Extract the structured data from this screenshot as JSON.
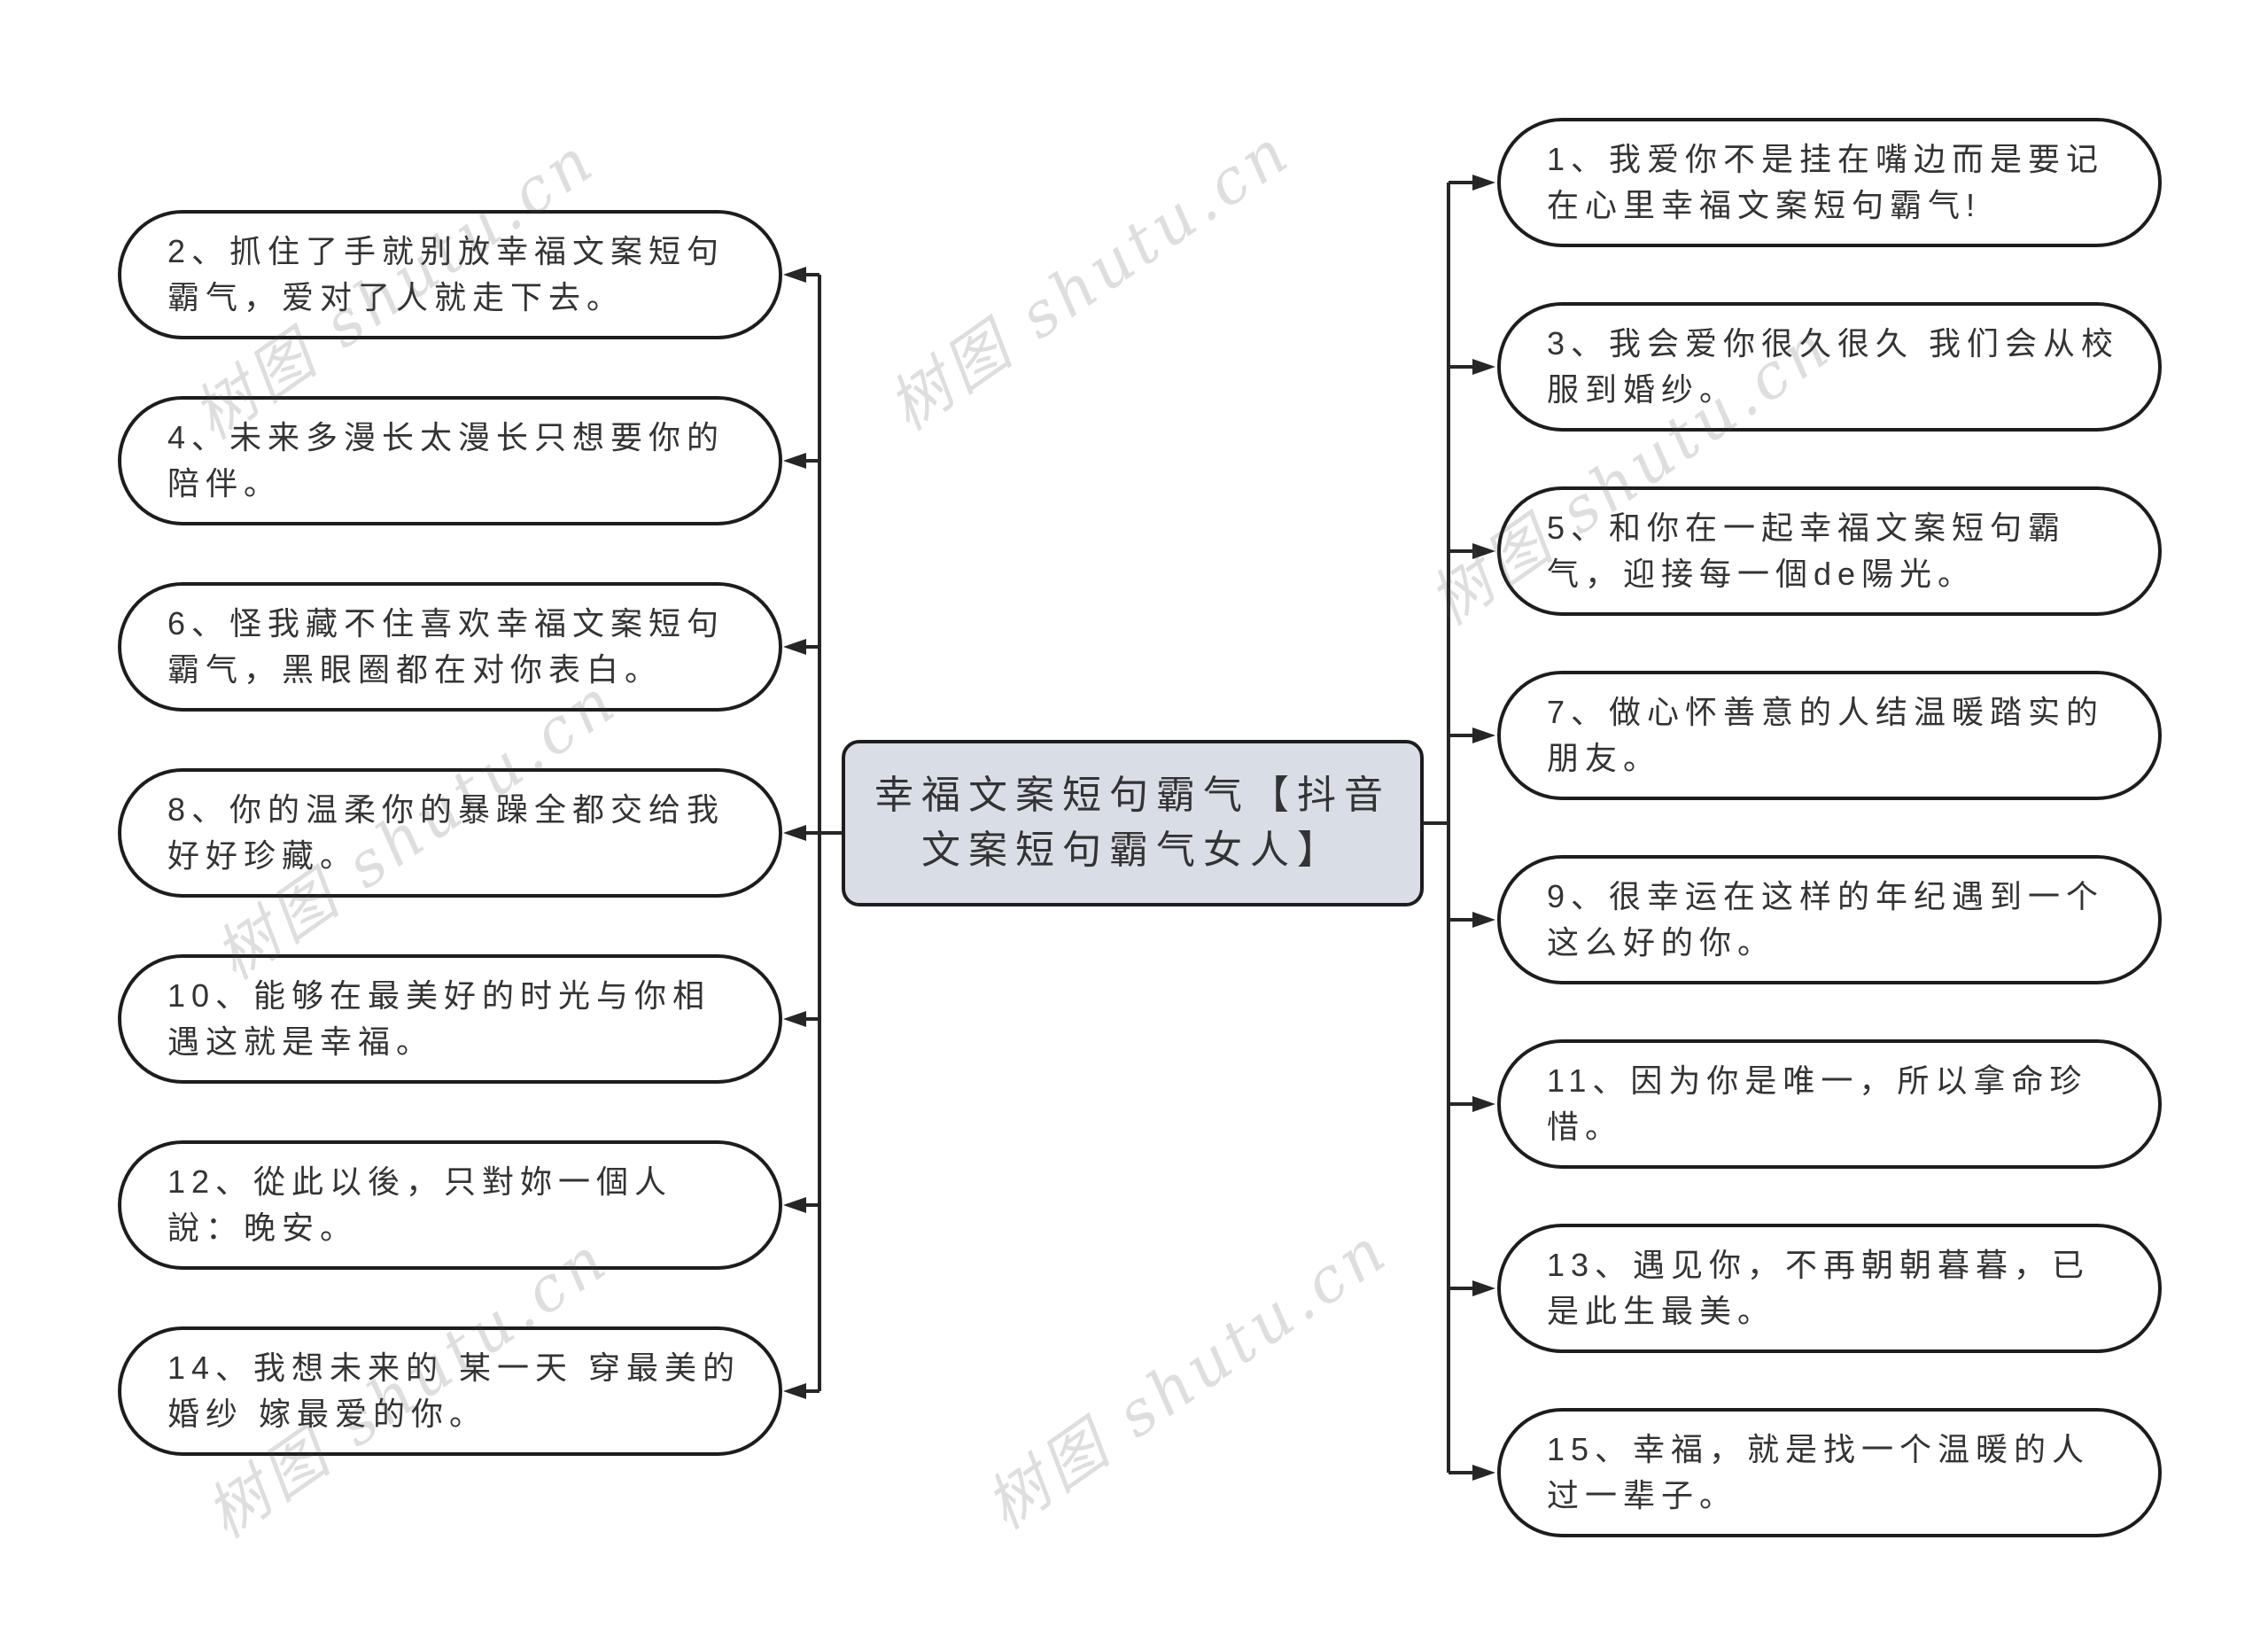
{
  "diagram": {
    "center": {
      "title": "幸福文案短句霸气【抖音文案短句霸气女人】"
    },
    "left_nodes": [
      {
        "label": "2、抓住了手就别放幸福文案短句霸气，爱对了人就走下去。"
      },
      {
        "label": "4、未来多漫长太漫长只想要你的陪伴。"
      },
      {
        "label": "6、怪我藏不住喜欢幸福文案短句霸气，黑眼圈都在对你表白。"
      },
      {
        "label": "8、你的温柔你的暴躁全都交给我好好珍藏。"
      },
      {
        "label": "10、能够在最美好的时光与你相遇这就是幸福。"
      },
      {
        "label": "12、從此以後，只對妳一個人說：晚安。"
      },
      {
        "label": "14、我想未来的 某一天 穿最美的婚纱 嫁最爱的你。"
      }
    ],
    "right_nodes": [
      {
        "label": "1、我爱你不是挂在嘴边而是要记在心里幸福文案短句霸气!"
      },
      {
        "label": "3、我会爱你很久很久 我们会从校服到婚纱。"
      },
      {
        "label": "5、和你在一起幸福文案短句霸气，迎接每一個de陽光。"
      },
      {
        "label": "7、做心怀善意的人结温暖踏实的朋友。"
      },
      {
        "label": "9、很幸运在这样的年纪遇到一个这么好的你。"
      },
      {
        "label": "11、因为你是唯一，所以拿命珍惜。"
      },
      {
        "label": "13、遇见你，不再朝朝暮暮，已是此生最美。"
      },
      {
        "label": "15、幸福，就是找一个温暖的人过一辈子。"
      }
    ],
    "watermark_text": "树图 shutu.cn",
    "colors": {
      "center_bg": "#d9dde6",
      "node_border": "#1d1d1d",
      "line": "#262626",
      "text": "#333333"
    }
  }
}
